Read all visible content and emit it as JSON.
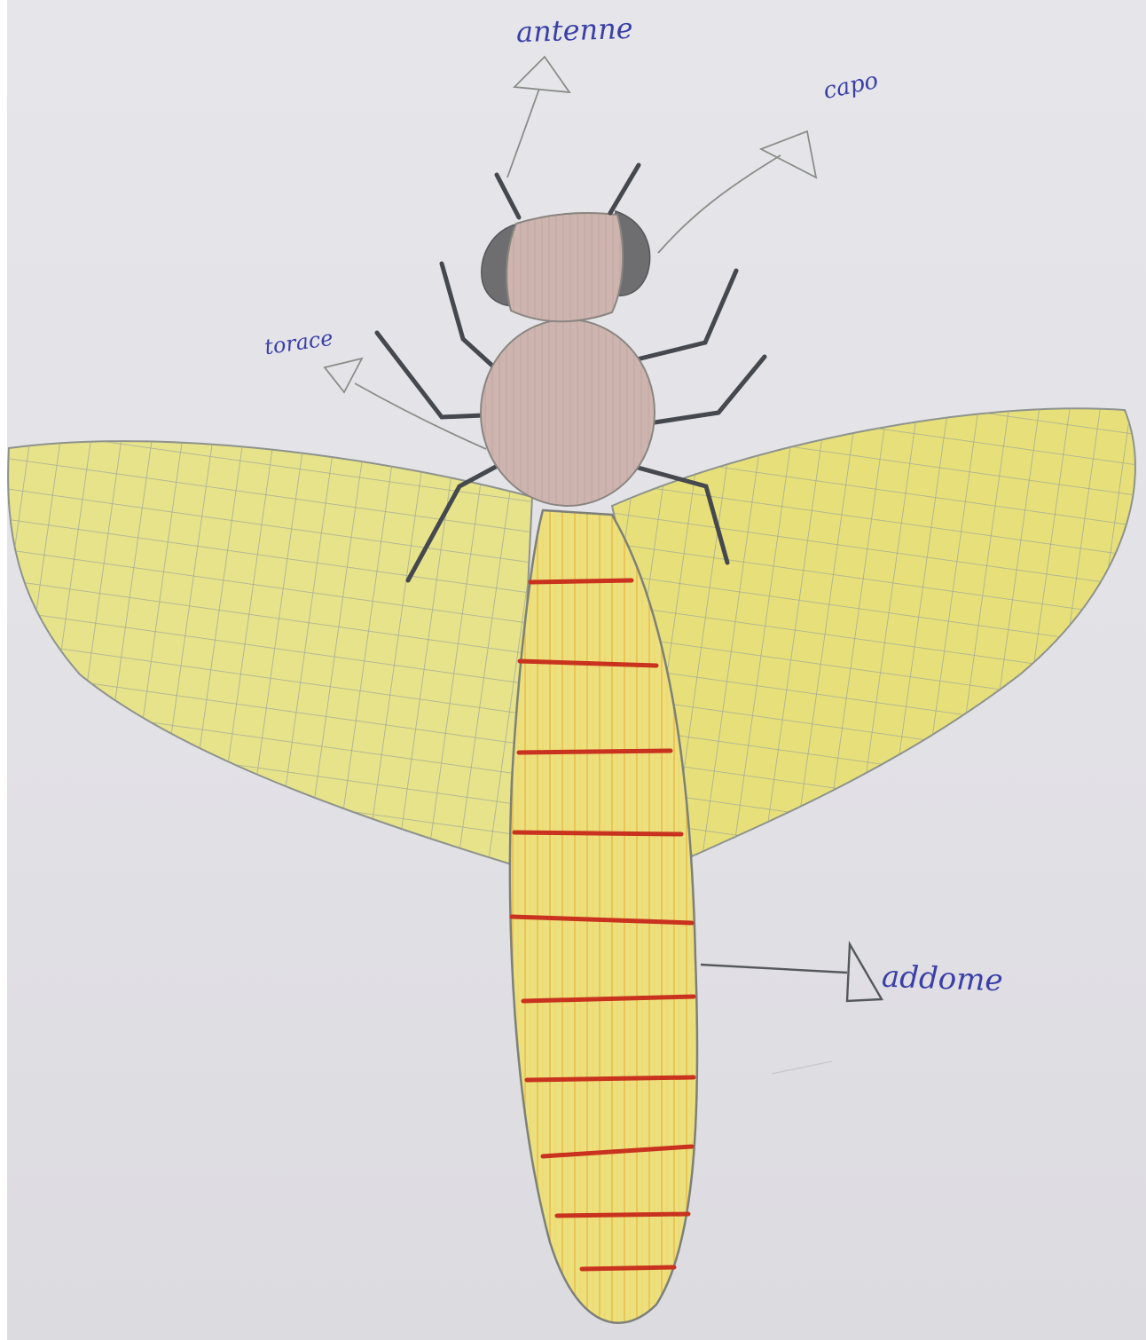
{
  "labels": {
    "antenne": "antenne",
    "capo": "capo",
    "torace": "torace",
    "addome": "addome"
  },
  "colors": {
    "paper": "#e4e3e8",
    "wing_fill": "#e6e27a",
    "wing_grid": "#9aa29a",
    "head_thorax": "#c9b0aa",
    "eye": "#6e6e70",
    "leg": "#45484e",
    "abdomen_fill": "#e8cf5a",
    "abdomen_stripe": "#c8321e",
    "pencil_outline": "#7d8079",
    "label_ink": "#3a3fa8"
  }
}
